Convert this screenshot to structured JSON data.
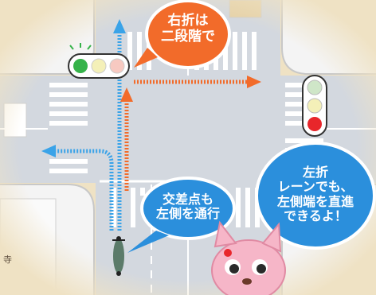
{
  "bubbles": {
    "orange": {
      "line1": "右折は",
      "line2": "二段階で",
      "color": "#f26b2a"
    },
    "blue_left": {
      "line1": "交差点も",
      "line2": "左側を通行",
      "color": "#2b8fdc"
    },
    "blue_right": {
      "line1": "左折",
      "line2": "レーンでも、",
      "line3": "左側端を直進",
      "line4": "できるよ！",
      "color": "#2b8fdc"
    }
  },
  "edge_text": "寺",
  "colors": {
    "road": "#d3d8df",
    "sidewalk": "#f4f4f4",
    "background": "#efe2c4",
    "arrow_orange": "#f26b2a",
    "arrow_blue": "#3aa3e8",
    "signal_green": "#36b34a",
    "signal_red": "#e8262b"
  },
  "icons": [
    "traffic-signal-left-icon",
    "traffic-signal-right-icon",
    "bicycle-icon",
    "pink-puppy-mascot-icon"
  ]
}
